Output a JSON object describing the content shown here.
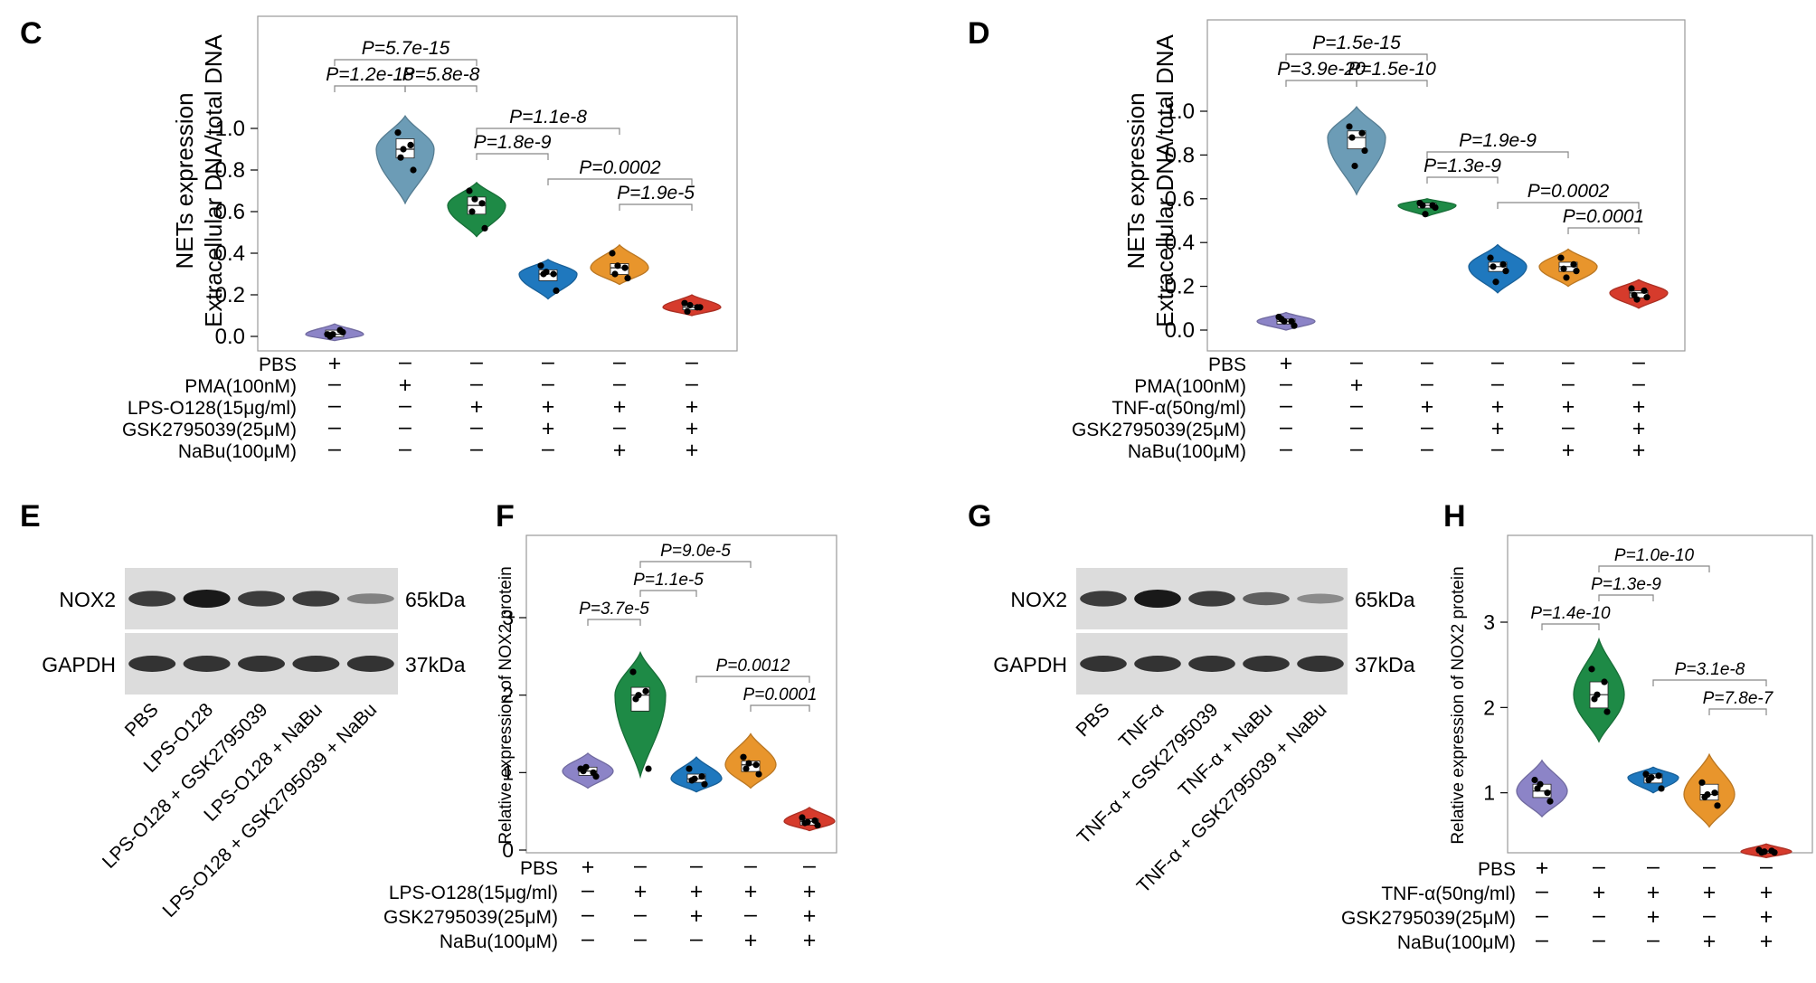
{
  "colors": {
    "PBS": "#8C84C7",
    "PMA": "#6C9CB6",
    "STIM": "#1E8A46",
    "GSK": "#1F78BE",
    "NABU": "#E8952C",
    "COMBO": "#D63B2C"
  },
  "conditions": {
    "pbs": "PBS",
    "pma": "PMA(100nM)",
    "lps": "LPS-O128(15μg/ml)",
    "tnf": "TNF-α(50ng/ml)",
    "gsk": "GSK2795039(25μM)",
    "nabu": "NaBu(100μM)"
  },
  "blot": {
    "E": {
      "letter": "E",
      "bands": [
        "NOX2",
        "GAPDH"
      ],
      "kda": [
        "65kDa",
        "37kDa"
      ],
      "lanes": [
        "PBS",
        "LPS-O128",
        "LPS-O128 + GSK2795039",
        "LPS-O128 + NaBu",
        "LPS-O128 + GSK2795039 + NaBu"
      ],
      "intensity_nox2": [
        0.8,
        1.0,
        0.8,
        0.8,
        0.4
      ],
      "intensity_gapdh": [
        0.85,
        0.85,
        0.85,
        0.85,
        0.85
      ]
    },
    "G": {
      "letter": "G",
      "bands": [
        "NOX2",
        "GAPDH"
      ],
      "kda": [
        "65kDa",
        "37kDa"
      ],
      "lanes": [
        "PBS",
        "TNF-α",
        "TNF-α + GSK2795039",
        "TNF-α + NaBu",
        "TNF-α + GSK2795039 + NaBu"
      ],
      "intensity_nox2": [
        0.8,
        1.0,
        0.8,
        0.6,
        0.35
      ],
      "intensity_gapdh": [
        0.85,
        0.85,
        0.85,
        0.85,
        0.85
      ]
    }
  },
  "chart_data": [
    {
      "panel": "C",
      "type": "violin",
      "ylabel": [
        "NETs expression",
        "Extracellular DNA/total DNA"
      ],
      "ylim": [
        0.0,
        1.0
      ],
      "yticks": [
        "0.0",
        "0.2",
        "0.4",
        "0.6",
        "0.8",
        "1.0"
      ],
      "groups": [
        {
          "color_key": "PBS",
          "points": [
            0.01,
            0.03,
            0.0,
            0.02,
            0.01
          ],
          "median": 0.01,
          "q": [
            0.0,
            0.03
          ],
          "range": [
            -0.02,
            0.06
          ]
        },
        {
          "color_key": "PMA",
          "points": [
            0.98,
            0.92,
            0.86,
            0.8,
            0.9
          ],
          "median": 0.9,
          "q": [
            0.86,
            0.95
          ],
          "range": [
            0.64,
            1.06
          ]
        },
        {
          "color_key": "STIM",
          "points": [
            0.7,
            0.64,
            0.6,
            0.52,
            0.66
          ],
          "median": 0.63,
          "q": [
            0.59,
            0.67
          ],
          "range": [
            0.48,
            0.74
          ]
        },
        {
          "color_key": "GSK",
          "points": [
            0.34,
            0.3,
            0.3,
            0.22,
            0.31
          ],
          "median": 0.3,
          "q": [
            0.27,
            0.32
          ],
          "range": [
            0.18,
            0.37
          ]
        },
        {
          "color_key": "NABU",
          "points": [
            0.4,
            0.33,
            0.3,
            0.28,
            0.34
          ],
          "median": 0.33,
          "q": [
            0.3,
            0.35
          ],
          "range": [
            0.25,
            0.44
          ]
        },
        {
          "color_key": "COMBO",
          "points": [
            0.16,
            0.14,
            0.12,
            0.14,
            0.15
          ],
          "median": 0.14,
          "q": [
            0.13,
            0.15
          ],
          "range": [
            0.1,
            0.2
          ]
        }
      ],
      "comparisons": [
        {
          "a": 0,
          "b": 1,
          "level": 1,
          "label": "P=1.2e-18"
        },
        {
          "a": 1,
          "b": 2,
          "level": 1,
          "label": "P=5.8e-8"
        },
        {
          "a": 0,
          "b": 2,
          "level": 2,
          "label": "P=5.7e-15"
        },
        {
          "a": 2,
          "b": 3,
          "level": -2,
          "label": "P=1.8e-9"
        },
        {
          "a": 2,
          "b": 4,
          "level": -1,
          "label": "P=1.1e-8"
        },
        {
          "a": 3,
          "b": 5,
          "level": -3,
          "label": "P=0.0002"
        },
        {
          "a": 4,
          "b": 5,
          "level": -4,
          "label": "P=1.9e-5"
        }
      ],
      "treatment_rows": [
        {
          "label": "PBS",
          "signs": [
            "+",
            "-",
            "-",
            "-",
            "-",
            "-"
          ]
        },
        {
          "label": "PMA(100nM)",
          "signs": [
            "-",
            "+",
            "-",
            "-",
            "-",
            "-"
          ]
        },
        {
          "label": "LPS-O128(15μg/ml)",
          "signs": [
            "-",
            "-",
            "+",
            "+",
            "+",
            "+"
          ]
        },
        {
          "label": "GSK2795039(25μM)",
          "signs": [
            "-",
            "-",
            "-",
            "+",
            "-",
            "+"
          ]
        },
        {
          "label": "NaBu(100μM)",
          "signs": [
            "-",
            "-",
            "-",
            "-",
            "+",
            "+"
          ]
        }
      ]
    },
    {
      "panel": "D",
      "type": "violin",
      "ylabel": [
        "NETs expression",
        "Extracellular DNA/total DNA"
      ],
      "ylim": [
        0.0,
        1.0
      ],
      "yticks": [
        "0.0",
        "0.2",
        "0.4",
        "0.6",
        "0.8",
        "1.0"
      ],
      "groups": [
        {
          "color_key": "PBS",
          "points": [
            0.06,
            0.04,
            0.05,
            0.02,
            0.04
          ],
          "median": 0.04,
          "q": [
            0.03,
            0.05
          ],
          "range": [
            0.0,
            0.08
          ]
        },
        {
          "color_key": "PMA",
          "points": [
            0.93,
            0.9,
            0.88,
            0.82,
            0.75
          ],
          "median": 0.88,
          "q": [
            0.83,
            0.91
          ],
          "range": [
            0.62,
            1.02
          ]
        },
        {
          "color_key": "STIM",
          "points": [
            0.58,
            0.57,
            0.57,
            0.56,
            0.53
          ],
          "median": 0.57,
          "q": [
            0.56,
            0.58
          ],
          "range": [
            0.52,
            0.6
          ]
        },
        {
          "color_key": "GSK",
          "points": [
            0.33,
            0.3,
            0.29,
            0.27,
            0.22
          ],
          "median": 0.29,
          "q": [
            0.27,
            0.31
          ],
          "range": [
            0.17,
            0.39
          ]
        },
        {
          "color_key": "NABU",
          "points": [
            0.33,
            0.3,
            0.28,
            0.27,
            0.24
          ],
          "median": 0.29,
          "q": [
            0.27,
            0.31
          ],
          "range": [
            0.2,
            0.37
          ]
        },
        {
          "color_key": "COMBO",
          "points": [
            0.19,
            0.18,
            0.16,
            0.15,
            0.14
          ],
          "median": 0.17,
          "q": [
            0.15,
            0.18
          ],
          "range": [
            0.1,
            0.23
          ]
        }
      ],
      "comparisons": [
        {
          "a": 0,
          "b": 1,
          "level": 1,
          "label": "P=3.9e-20"
        },
        {
          "a": 1,
          "b": 2,
          "level": 1,
          "label": "P=1.5e-10"
        },
        {
          "a": 0,
          "b": 2,
          "level": 2,
          "label": "P=1.5e-15"
        },
        {
          "a": 2,
          "b": 3,
          "level": -2,
          "label": "P=1.3e-9"
        },
        {
          "a": 2,
          "b": 4,
          "level": -1,
          "label": "P=1.9e-9"
        },
        {
          "a": 3,
          "b": 5,
          "level": -3,
          "label": "P=0.0002"
        },
        {
          "a": 4,
          "b": 5,
          "level": -4,
          "label": "P=0.0001"
        }
      ],
      "treatment_rows": [
        {
          "label": "PBS",
          "signs": [
            "+",
            "-",
            "-",
            "-",
            "-",
            "-"
          ]
        },
        {
          "label": "PMA(100nM)",
          "signs": [
            "-",
            "+",
            "-",
            "-",
            "-",
            "-"
          ]
        },
        {
          "label": "TNF-α(50ng/ml)",
          "signs": [
            "-",
            "-",
            "+",
            "+",
            "+",
            "+"
          ]
        },
        {
          "label": "GSK2795039(25μM)",
          "signs": [
            "-",
            "-",
            "-",
            "+",
            "-",
            "+"
          ]
        },
        {
          "label": "NaBu(100μM)",
          "signs": [
            "-",
            "-",
            "-",
            "-",
            "+",
            "+"
          ]
        }
      ]
    },
    {
      "panel": "F",
      "type": "violin",
      "ylabel": [
        "Relative expression of NOX2 protein"
      ],
      "ylim": [
        0,
        3
      ],
      "yticks": [
        "0",
        "1",
        "2",
        "3"
      ],
      "groups": [
        {
          "color_key": "PBS",
          "points": [
            1.05,
            1.0,
            1.02,
            0.95,
            1.07
          ],
          "median": 1.02,
          "q": [
            0.97,
            1.07
          ],
          "range": [
            0.8,
            1.25
          ]
        },
        {
          "color_key": "STIM",
          "points": [
            2.3,
            2.05,
            1.95,
            1.05,
            2.0
          ],
          "median": 2.0,
          "q": [
            1.8,
            2.1
          ],
          "range": [
            0.95,
            2.55
          ]
        },
        {
          "color_key": "GSK",
          "points": [
            1.05,
            0.95,
            0.9,
            0.85,
            0.92
          ],
          "median": 0.92,
          "q": [
            0.88,
            0.98
          ],
          "range": [
            0.75,
            1.2
          ]
        },
        {
          "color_key": "NABU",
          "points": [
            1.2,
            1.1,
            1.05,
            0.98,
            1.12
          ],
          "median": 1.1,
          "q": [
            1.02,
            1.15
          ],
          "range": [
            0.8,
            1.5
          ]
        },
        {
          "color_key": "COMBO",
          "points": [
            0.42,
            0.38,
            0.35,
            0.32,
            0.36
          ],
          "median": 0.37,
          "q": [
            0.33,
            0.4
          ],
          "range": [
            0.25,
            0.55
          ]
        }
      ],
      "comparisons": [
        {
          "a": 0,
          "b": 1,
          "level": 1,
          "label": "P=3.7e-5"
        },
        {
          "a": 1,
          "b": 2,
          "level": 2,
          "label": "P=1.1e-5"
        },
        {
          "a": 1,
          "b": 3,
          "level": 3,
          "label": "P=9.0e-5"
        },
        {
          "a": 2,
          "b": 4,
          "level": -1,
          "label": "P=0.0012"
        },
        {
          "a": 3,
          "b": 4,
          "level": -2,
          "label": "P=0.0001"
        }
      ],
      "treatment_rows": [
        {
          "label": "PBS",
          "signs": [
            "+",
            "-",
            "-",
            "-",
            "-"
          ]
        },
        {
          "label": "LPS-O128(15μg/ml)",
          "signs": [
            "-",
            "+",
            "+",
            "+",
            "+"
          ]
        },
        {
          "label": "GSK2795039(25μM)",
          "signs": [
            "-",
            "-",
            "+",
            "-",
            "+"
          ]
        },
        {
          "label": "NaBu(100μM)",
          "signs": [
            "-",
            "-",
            "-",
            "+",
            "+"
          ]
        }
      ]
    },
    {
      "panel": "H",
      "type": "violin",
      "ylabel": [
        "Relative expression of NOX2 protein"
      ],
      "ylim": [
        0,
        3
      ],
      "yticks": [
        "1",
        "2",
        "3"
      ],
      "groups": [
        {
          "color_key": "PBS",
          "points": [
            1.15,
            1.0,
            1.05,
            0.9,
            1.1
          ],
          "median": 1.02,
          "q": [
            0.95,
            1.1
          ],
          "range": [
            0.72,
            1.38
          ]
        },
        {
          "color_key": "STIM",
          "points": [
            2.45,
            2.3,
            2.1,
            1.95,
            2.15
          ],
          "median": 2.15,
          "q": [
            2.0,
            2.3
          ],
          "range": [
            1.6,
            2.8
          ]
        },
        {
          "color_key": "GSK",
          "points": [
            1.22,
            1.2,
            1.15,
            1.05,
            1.18
          ],
          "median": 1.18,
          "q": [
            1.12,
            1.22
          ],
          "range": [
            1.0,
            1.3
          ]
        },
        {
          "color_key": "NABU",
          "points": [
            1.12,
            1.0,
            0.95,
            0.85,
            0.98
          ],
          "median": 0.98,
          "q": [
            0.92,
            1.1
          ],
          "range": [
            0.6,
            1.45
          ]
        },
        {
          "color_key": "COMBO",
          "points": [
            0.33,
            0.32,
            0.3,
            0.3,
            0.31
          ],
          "median": 0.31,
          "q": [
            0.3,
            0.32
          ],
          "range": [
            0.24,
            0.4
          ]
        }
      ],
      "comparisons": [
        {
          "a": 0,
          "b": 1,
          "level": 1,
          "label": "P=1.4e-10"
        },
        {
          "a": 1,
          "b": 2,
          "level": 2,
          "label": "P=1.3e-9"
        },
        {
          "a": 1,
          "b": 3,
          "level": 3,
          "label": "P=1.0e-10"
        },
        {
          "a": 2,
          "b": 4,
          "level": -1,
          "label": "P=3.1e-8"
        },
        {
          "a": 3,
          "b": 4,
          "level": -2,
          "label": "P=7.8e-7"
        }
      ],
      "treatment_rows": [
        {
          "label": "PBS",
          "signs": [
            "+",
            "-",
            "-",
            "-",
            "-"
          ]
        },
        {
          "label": "TNF-α(50ng/ml)",
          "signs": [
            "-",
            "+",
            "+",
            "+",
            "+"
          ]
        },
        {
          "label": "GSK2795039(25μM)",
          "signs": [
            "-",
            "-",
            "+",
            "-",
            "+"
          ]
        },
        {
          "label": "NaBu(100μM)",
          "signs": [
            "-",
            "-",
            "-",
            "+",
            "+"
          ]
        }
      ]
    }
  ]
}
